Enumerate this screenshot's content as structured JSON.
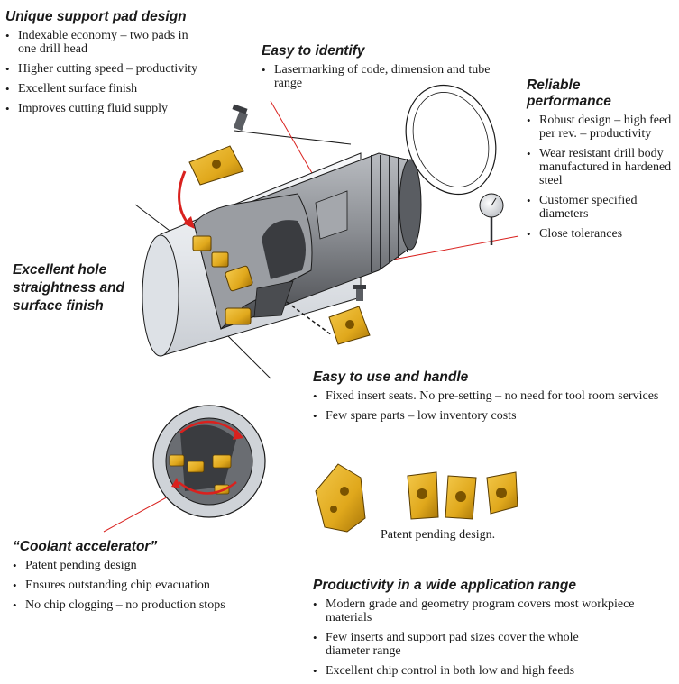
{
  "sections": {
    "unique_pad": {
      "heading": "Unique support pad design",
      "bullets": [
        "Indexable economy – two pads in one drill head",
        "Higher cutting speed – productivity",
        "Excellent surface finish",
        "Improves cutting fluid supply"
      ]
    },
    "easy_identify": {
      "heading": "Easy to identify",
      "bullets": [
        "Lasermarking of code, dimension and tube range"
      ]
    },
    "reliable": {
      "heading_line1": "Reliable",
      "heading_line2": "performance",
      "bullets": [
        "Robust design – high feed per rev. – productivity",
        "Wear resistant drill body manufactured in hardened steel",
        "Customer specified diameters",
        "Close tolerances"
      ]
    },
    "straightness": {
      "line1": "Excellent hole",
      "line2": "straightness and",
      "line3": "surface finish"
    },
    "easy_use": {
      "heading": "Easy to use and handle",
      "bullets": [
        "Fixed insert seats. No pre-setting – no need for tool room services",
        "Few spare parts – low inventory costs"
      ]
    },
    "coolant": {
      "heading": "“Coolant accelerator”",
      "bullets": [
        "Patent pending design",
        "Ensures outstanding chip evacuation",
        "No chip clogging – no production stops"
      ]
    },
    "productivity": {
      "heading": "Productivity in a wide application range",
      "bullets": [
        "Modern grade and geometry program covers most workpiece materials",
        "Few inserts and support pad sizes cover the whole diameter range",
        "Excellent chip control in both low and high feeds"
      ]
    }
  },
  "patent_caption": "Patent pending design.",
  "colors": {
    "insert_gold": "#e0a81c",
    "insert_dark": "#a87608",
    "steel": "#8c8f94",
    "steel_dark": "#3a3c40",
    "arrow_red": "#d9211e",
    "tube": "#eef0f3"
  }
}
